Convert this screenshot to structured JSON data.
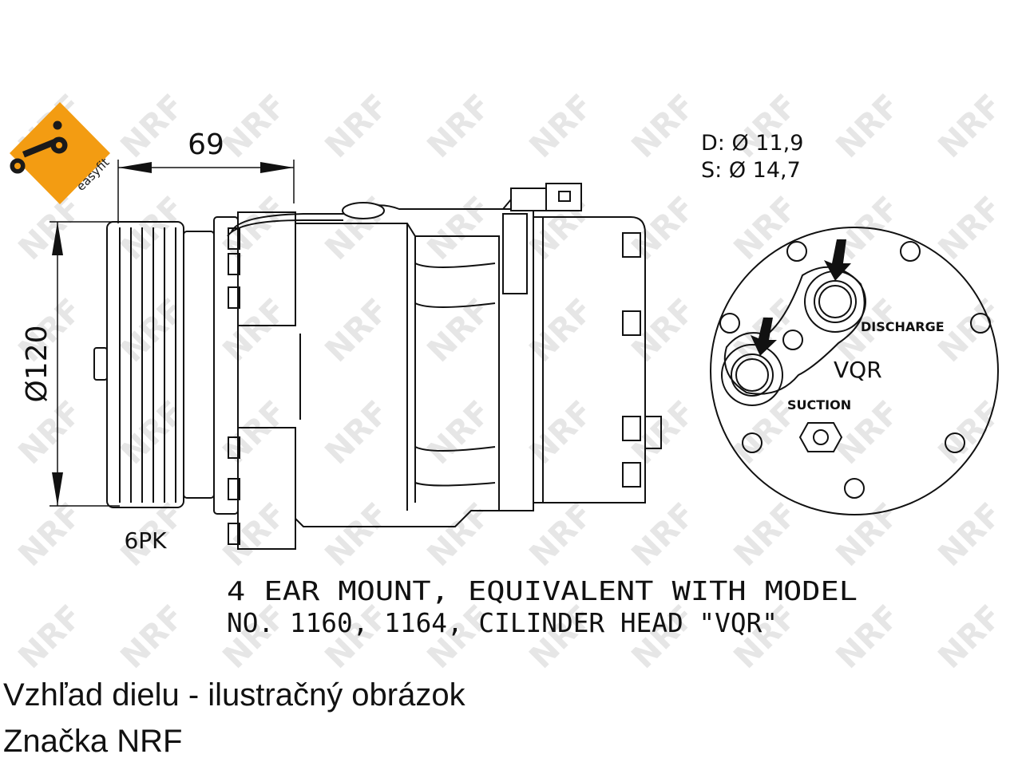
{
  "badge": {
    "text": "easyfit",
    "color": "#f39c12"
  },
  "watermark": {
    "text": "NRF",
    "color": "#e6e6e6"
  },
  "dimensions": {
    "width": "69",
    "diameter": "Ø120",
    "belt": "6PK",
    "discharge_port": "D: Ø 11,9",
    "suction_port": "S: Ø 14,7"
  },
  "head_labels": {
    "discharge": "DISCHARGE",
    "suction": "SUCTION",
    "head": "VQR"
  },
  "note": {
    "line1": "4 EAR MOUNT, EQUIVALENT WITH MODEL",
    "line2": "NO. 1160, 1164, CILINDER HEAD \"VQR\""
  },
  "caption": {
    "line1": "Vzhľad dielu - ilustračný obrázok",
    "line2": "Značka NRF"
  }
}
